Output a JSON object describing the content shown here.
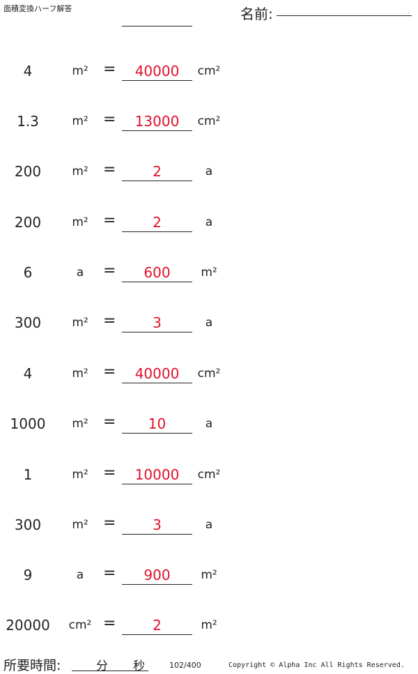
{
  "header": {
    "title": "面積変換ハーフ解答",
    "name_label": "名前:",
    "name_dot": "."
  },
  "rows": [
    {
      "num": "4",
      "unit": "m²",
      "eq": "=",
      "answer": "40000",
      "result_unit": "cm²"
    },
    {
      "num": "1.3",
      "unit": "m²",
      "eq": "=",
      "answer": "13000",
      "result_unit": "cm²"
    },
    {
      "num": "200",
      "unit": "m²",
      "eq": "=",
      "answer": "2",
      "result_unit": "a"
    },
    {
      "num": "200",
      "unit": "m²",
      "eq": "=",
      "answer": "2",
      "result_unit": "a"
    },
    {
      "num": "6",
      "unit": "a",
      "eq": "=",
      "answer": "600",
      "result_unit": "m²"
    },
    {
      "num": "300",
      "unit": "m²",
      "eq": "=",
      "answer": "3",
      "result_unit": "a"
    },
    {
      "num": "4",
      "unit": "m²",
      "eq": "=",
      "answer": "40000",
      "result_unit": "cm²"
    },
    {
      "num": "1000",
      "unit": "m²",
      "eq": "=",
      "answer": "10",
      "result_unit": "a"
    },
    {
      "num": "1",
      "unit": "m²",
      "eq": "=",
      "answer": "10000",
      "result_unit": "cm²"
    },
    {
      "num": "300",
      "unit": "m²",
      "eq": "=",
      "answer": "3",
      "result_unit": "a"
    },
    {
      "num": "9",
      "unit": "a",
      "eq": "=",
      "answer": "900",
      "result_unit": "m²"
    },
    {
      "num": "20000",
      "unit": "cm²",
      "eq": "=",
      "answer": "2",
      "result_unit": "m²"
    }
  ],
  "footer": {
    "time_label": "所要時間:",
    "minutes_label": "分",
    "seconds_label": "秒",
    "page": "102/400",
    "copyright": "Copyright © Alpha Inc All Rights Reserved."
  },
  "colors": {
    "answer": "#e0102a",
    "text": "#222222"
  }
}
